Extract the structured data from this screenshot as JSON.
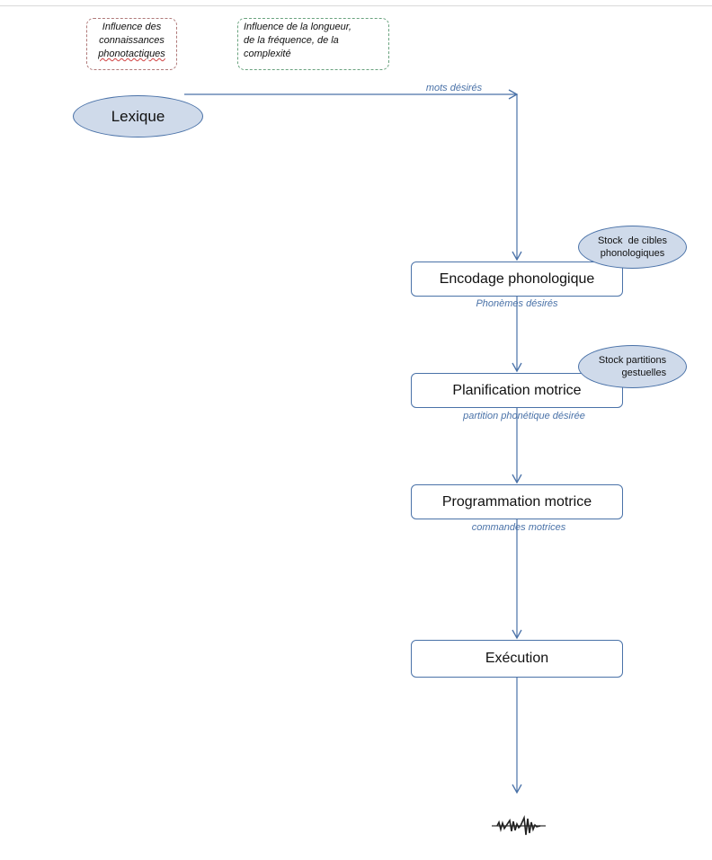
{
  "notes": [
    {
      "lines": [
        "Influence des",
        "connaissances",
        "phonotactiques"
      ]
    },
    {
      "lines": [
        "Influence de la longueur,",
        "de la fréquence, de la",
        "complexité"
      ]
    }
  ],
  "lexique": "Lexique",
  "flow_labels": {
    "mots": "mots désirés",
    "phonemes": "Phonèmes désirés",
    "partition": "partition phonétique désirée",
    "commandes": "commandes motrices"
  },
  "boxes": {
    "encodage": "Encodage phonologique",
    "planification": "Planification motrice",
    "programmation": "Programmation motrice",
    "execution": "Exécution"
  },
  "stocks": {
    "cibles": [
      "Stock  de cibles",
      "phonologiques"
    ],
    "partitions": [
      "Stock partitions",
      "gestuelles"
    ]
  },
  "colors": {
    "arrow": "#4a72a8",
    "ellipse_fill": "#cfdaea"
  },
  "icons": {
    "output": "speech-waveform-icon"
  }
}
